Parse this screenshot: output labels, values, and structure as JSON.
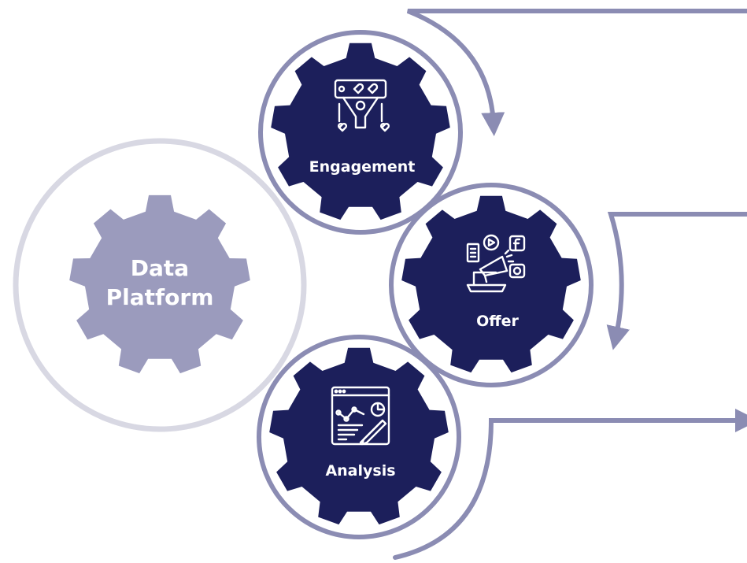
{
  "center": {
    "line1": "Data",
    "line2": "Platform"
  },
  "nodes": [
    {
      "id": "engagement",
      "label": "Engagement",
      "icon": "engagement-funnel-icon"
    },
    {
      "id": "offer",
      "label": "Offer",
      "icon": "digital-marketing-icon"
    },
    {
      "id": "analysis",
      "label": "Analysis",
      "icon": "analytics-report-icon"
    }
  ],
  "colors": {
    "gear_dark": "#1c1f5b",
    "gear_center": "#9b9bbd",
    "ring": "#d8d8e3",
    "outline": "#8b8cb3",
    "connector": "#8b8cb3",
    "text": "#ffffff"
  }
}
